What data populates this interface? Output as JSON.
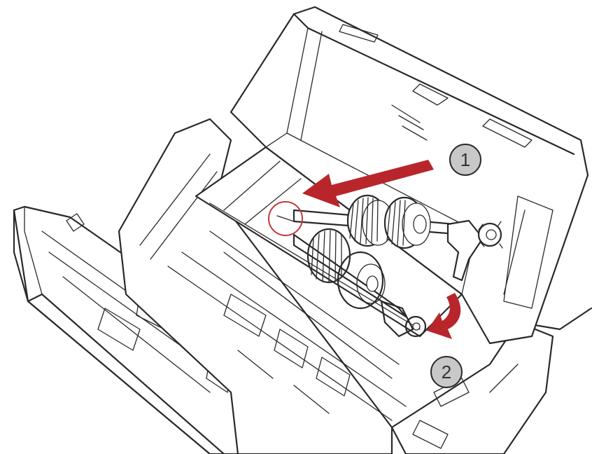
{
  "steps": [
    {
      "number": "1"
    },
    {
      "number": "2"
    }
  ],
  "colors": {
    "arrow": "#b8262b",
    "highlight_roller": "#e9a9a3",
    "callout_circle": "#c0393b",
    "step_badge_fill": "#c8c8c8",
    "line_art": "#2a2a2a"
  },
  "icons": [
    "scanner-body",
    "open-top-cover",
    "feed-roller-assembly",
    "pick-roller",
    "direction-arrow",
    "step-badge"
  ]
}
